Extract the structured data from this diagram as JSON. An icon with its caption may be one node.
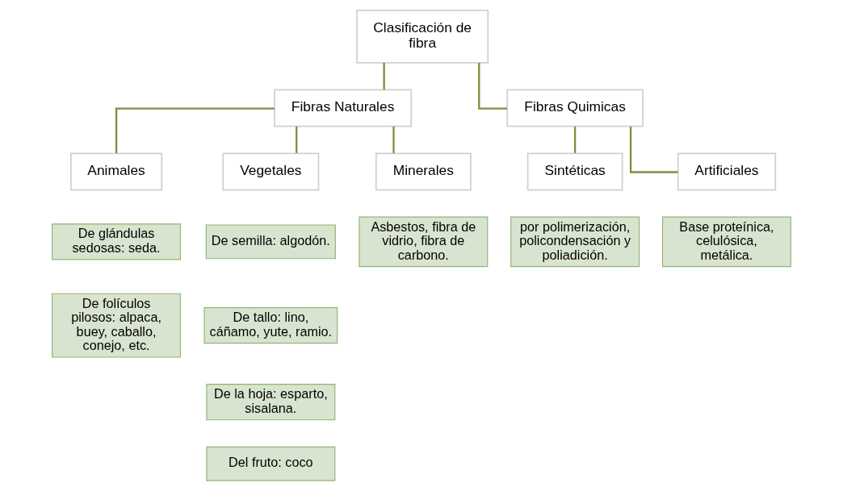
{
  "diagram": {
    "nodes": [
      {
        "text": [
          "Clasificación de fibra"
        ]
      },
      {
        "text": [
          "Fibras Naturales"
        ]
      },
      {
        "text": [
          "Fibras Quimicas"
        ]
      },
      {
        "text": [
          "Animales"
        ]
      },
      {
        "text": [
          "Vegetales"
        ]
      },
      {
        "text": [
          "Minerales"
        ]
      },
      {
        "text": [
          "Sintéticas"
        ]
      },
      {
        "text": [
          "Artificiales"
        ]
      },
      {
        "text": [
          "De glándulas sedosas: seda."
        ]
      },
      {
        "text": [
          "De folículos pilosos: alpaca, buey, caballo, conejo, etc."
        ]
      },
      {
        "text": [
          "De semilla: algodón."
        ]
      },
      {
        "text": [
          "De tallo: lino, cáñamo, yute, ramio."
        ]
      },
      {
        "text": [
          "De la hoja: esparto, sisalana."
        ]
      },
      {
        "text": [
          "Del fruto: coco"
        ]
      },
      {
        "text": [
          "Asbestos, fibra de vidrio, fibra de carbono."
        ]
      },
      {
        "text": [
          "por polimerización, policondensación y poliadición."
        ]
      },
      {
        "text": [
          "Base proteínica, celulósica, metálica."
        ]
      }
    ],
    "edges": [
      {
        "from": 0,
        "to": 1,
        "arrow": "none"
      },
      {
        "from": 0,
        "to": 2,
        "arrow": "none"
      },
      {
        "from": 1,
        "to": 3,
        "arrow": "none"
      },
      {
        "from": 1,
        "to": 4,
        "arrow": "none"
      },
      {
        "from": 1,
        "to": 5,
        "arrow": "none"
      },
      {
        "from": 2,
        "to": 6,
        "arrow": "none"
      },
      {
        "from": 2,
        "to": 7,
        "arrow": "none"
      }
    ]
  }
}
